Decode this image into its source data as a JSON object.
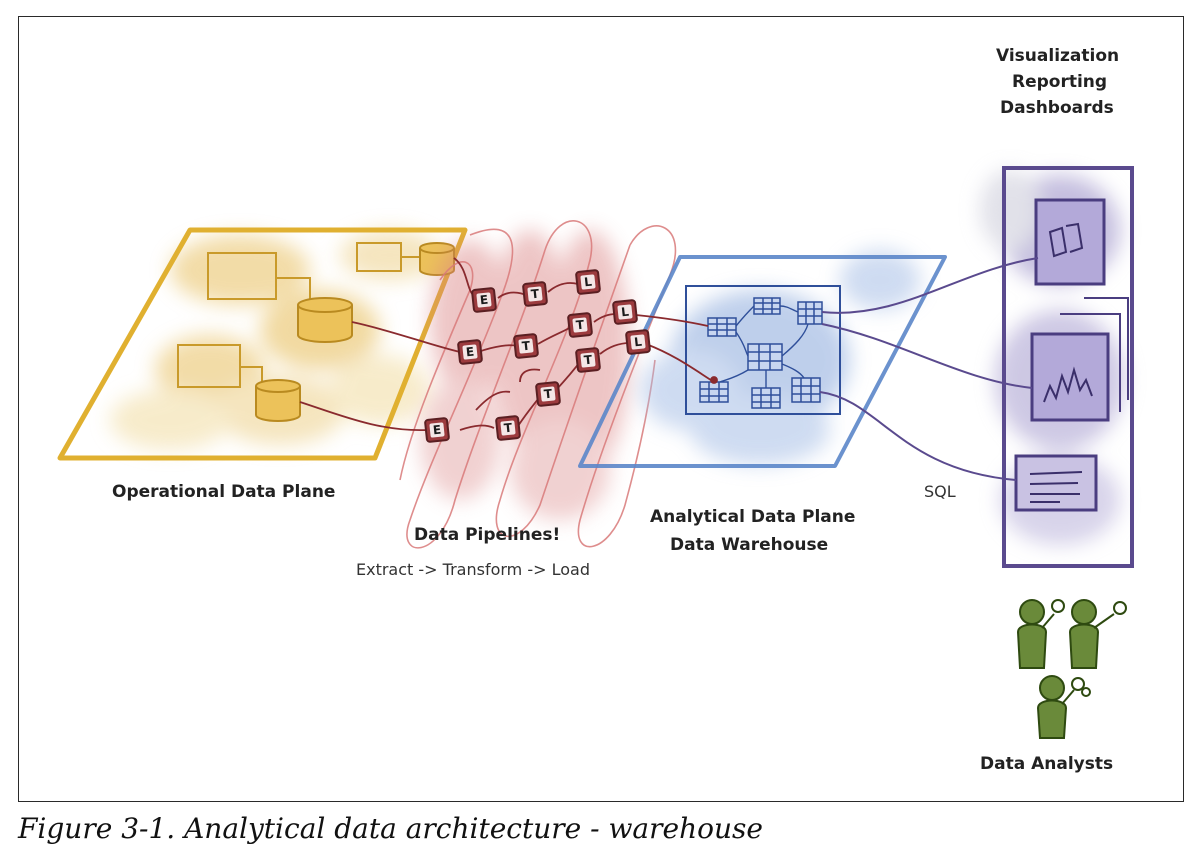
{
  "diagram": {
    "labels": {
      "operational": "Operational Data Plane",
      "pipelines": "Data Pipelines!",
      "pipeline_flow": "Extract -> Transform -> Load",
      "analytical_line1": "Analytical Data Plane",
      "analytical_line2": "Data Warehouse",
      "viz_line1": "Visualization",
      "viz_line2": "Reporting",
      "viz_line3": "Dashboards",
      "sql": "SQL",
      "analysts": "Data Analysts"
    },
    "etl_steps": [
      "E",
      "T",
      "L",
      "E",
      "T",
      "T",
      "L",
      "E",
      "T",
      "T",
      "T",
      "L"
    ],
    "colors": {
      "operational": "#e0b030",
      "pipeline": "#9c3b3e",
      "analytical": "#5b86c9",
      "viz": "#5a4a8e",
      "analysts": "#4a6a2a"
    }
  },
  "caption": "Figure 3-1. Analytical data architecture - warehouse"
}
